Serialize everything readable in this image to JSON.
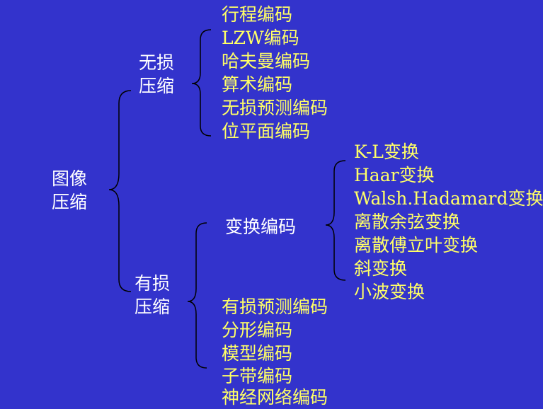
{
  "root": {
    "line1": "图像",
    "line2": "压缩"
  },
  "lossless": {
    "label_line1": "无损",
    "label_line2": "压缩",
    "items": [
      "行程编码",
      "LZW编码",
      "哈夫曼编码",
      "算术编码",
      "无损预测编码",
      "位平面编码"
    ]
  },
  "lossy": {
    "label_line1": "有损",
    "label_line2": "压缩",
    "transform_label": "变换编码",
    "transform_items": [
      "K-L变换",
      "Haar变换",
      "Walsh.Hadamard变换",
      "离散余弦变换",
      "离散傅立叶变换",
      "斜变换",
      "小波变换"
    ],
    "items": [
      "有损预测编码",
      "分形编码",
      "模型编码",
      "子带编码",
      "神经网络编码"
    ]
  },
  "colors": {
    "background": "#3333cc",
    "category_text": "#ffffff",
    "leaf_text": "#ffff66",
    "bracket": "#000000"
  }
}
